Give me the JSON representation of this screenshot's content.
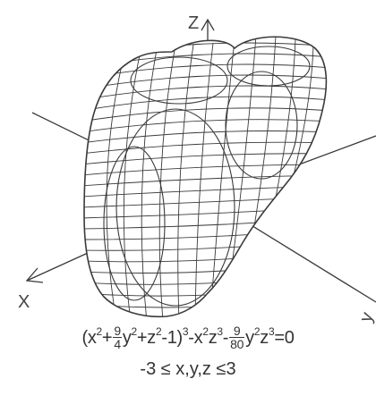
{
  "axes": {
    "z_label": "Z",
    "x_label": "X",
    "y_label": "y"
  },
  "equation": {
    "t1": "(x",
    "e1": "2",
    "t2": "+",
    "f1_num": "9",
    "f1_den": "4",
    "t3": "y",
    "e2": "2",
    "t4": "+z",
    "e3": "2",
    "t5": "-1)",
    "e4": "3",
    "t6": "-x",
    "e5": "2",
    "t7": "z",
    "e6": "3",
    "t8": "-",
    "f2_num": "9",
    "f2_den": "80",
    "t9": "y",
    "e7": "2",
    "t10": "z",
    "e8": "3",
    "t11": "=0"
  },
  "domain": {
    "text": "-3 ≤ x,y,z ≤3"
  },
  "colors": {
    "lines": "#3a3a3a",
    "background": "#ffffff"
  }
}
